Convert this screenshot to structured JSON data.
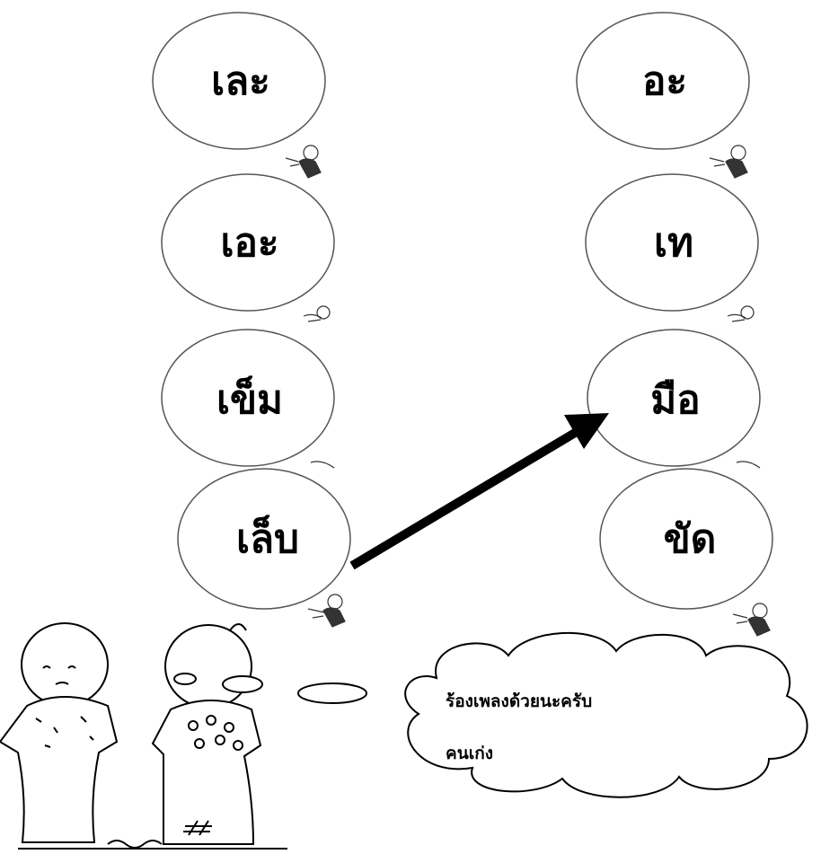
{
  "left_column": {
    "words": [
      "เละ",
      "เอะ",
      "เข็ม",
      "เล็บ"
    ]
  },
  "right_column": {
    "words": [
      "อะ",
      "เท",
      "มือ",
      "ขัด"
    ]
  },
  "thought_bubble": {
    "line1": "ร้องเพลงด้วยนะครับ",
    "line2": "คนเก่ง"
  },
  "icons": {
    "balloon": "balloon-with-child-icon",
    "arrow": "arrow-right-up-icon",
    "children": "two-children-illustration"
  },
  "colors": {
    "ink": "#000000",
    "outline": "#555555",
    "background": "#ffffff"
  }
}
